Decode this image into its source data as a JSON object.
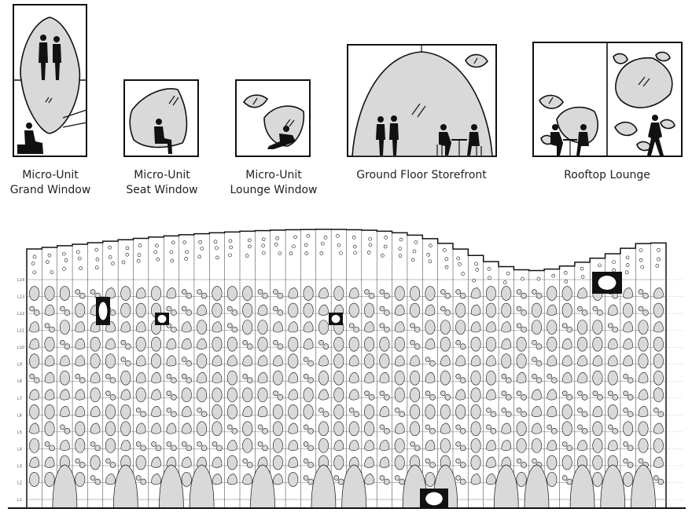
{
  "window_types": [
    {
      "id": "grand",
      "line1": "Micro-Unit",
      "line2": "Grand Window"
    },
    {
      "id": "seat",
      "line1": "Micro-Unit",
      "line2": "Seat Window"
    },
    {
      "id": "lounge",
      "line1": "Micro-Unit",
      "line2": "Lounge Window"
    },
    {
      "id": "storefront",
      "line1": "Ground Floor Storefront",
      "line2": ""
    },
    {
      "id": "rooftop",
      "line1": "Rooftop Lounge",
      "line2": ""
    }
  ],
  "elevation": {
    "floor_labels": [
      "L14",
      "L13",
      "L12",
      "L11",
      "L10",
      "L9",
      "L8",
      "L7",
      "L6",
      "L5",
      "L4",
      "L3",
      "L2",
      "L1"
    ],
    "columns": 42
  },
  "colors": {
    "line": "#111111",
    "glass": "#d9d9d9",
    "background": "#ffffff"
  }
}
